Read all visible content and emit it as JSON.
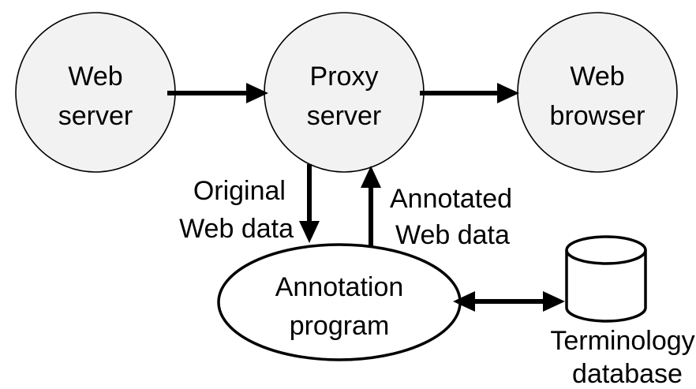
{
  "nodes": {
    "web_server": {
      "line1": "Web",
      "line2": "server"
    },
    "proxy_server": {
      "line1": "Proxy",
      "line2": "server"
    },
    "web_browser": {
      "line1": "Web",
      "line2": "browser"
    },
    "annotation_program": {
      "line1": "Annotation",
      "line2": "program"
    },
    "terminology_database": {
      "line1": "Terminology",
      "line2": "database"
    }
  },
  "edges": {
    "original_web_data": {
      "line1": "Original",
      "line2": "Web data"
    },
    "annotated_web_data": {
      "line1": "Annotated",
      "line2": "Web data"
    }
  },
  "colors": {
    "circle_fill": "#f2f2f2",
    "ellipse_fill": "#ffffff",
    "stroke": "#000000",
    "background": "#ffffff"
  }
}
